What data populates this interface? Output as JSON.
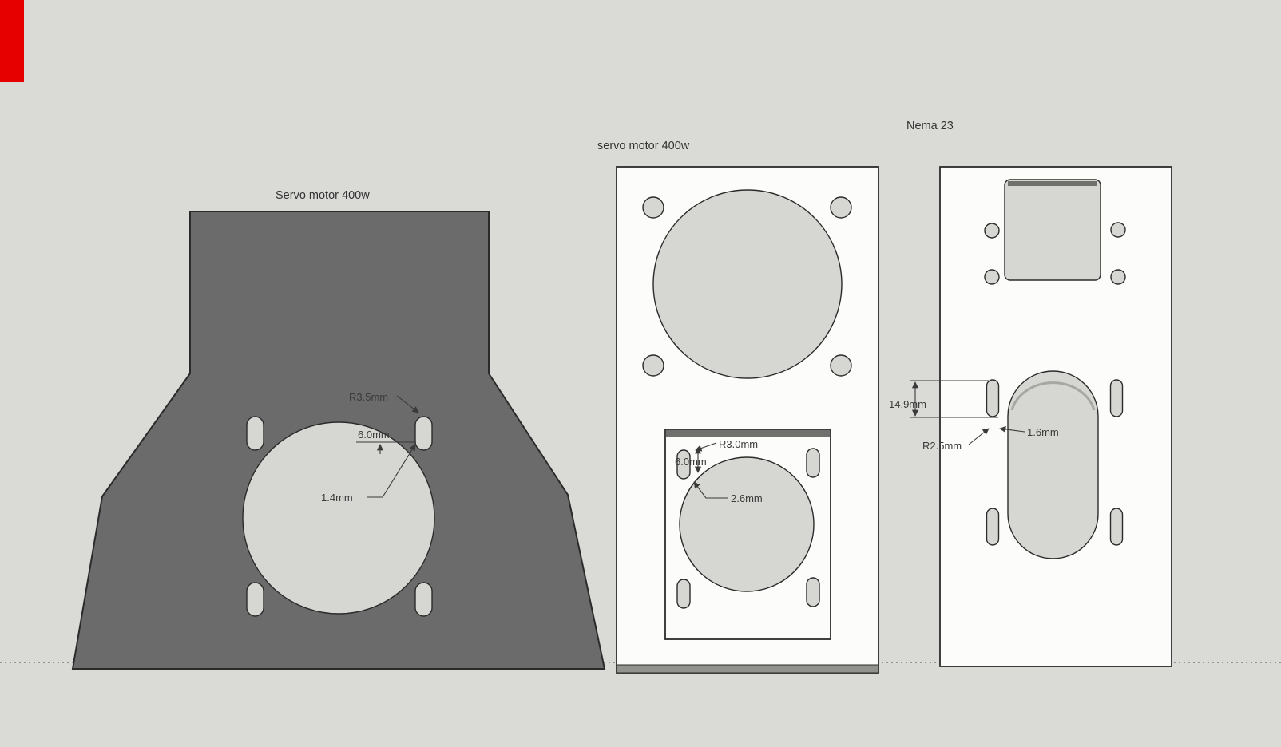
{
  "scene": {
    "colors": {
      "background": "#dadad6",
      "plate_dark": "#6b6b6b",
      "plate_light": "#fcfcfa",
      "hole_fill": "#d6d6d2",
      "outline": "#2b2b2b",
      "annotation": "#3a3a3a",
      "axis_red": "#e60000"
    }
  },
  "plates": {
    "left": {
      "label": "Servo motor 400w",
      "dim_radius": "R3.5mm",
      "dim_offset": "6.0mm",
      "dim_thickness": "1.4mm"
    },
    "middle": {
      "label": "servo motor 400w",
      "dim_radius": "R3.0mm",
      "dim_offset": "6.0mm",
      "dim_thickness": "2.6mm"
    },
    "right": {
      "label": "Nema 23",
      "dim_height": "14.9mm",
      "dim_thickness": "1.6mm",
      "dim_radius": "R2.5mm"
    }
  }
}
